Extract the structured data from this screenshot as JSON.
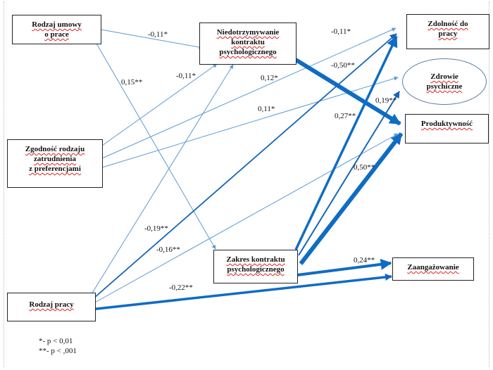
{
  "nodes": {
    "rodzaj_umowy": [
      "Rodzaj umowy",
      "o prace"
    ],
    "niedotrzymywanie": [
      "Niedotrzymywanie",
      "kontraktu",
      "psychologicznego"
    ],
    "zdolnosc": [
      "Zdolność do",
      "pracy"
    ],
    "zdrowie": [
      "Zdrowie",
      "psychiczne"
    ],
    "produktywnosc": [
      "Produktywność"
    ],
    "zgodnosc": [
      "Zgodność rodzaju",
      "zatrudnienia",
      "z preferencjami"
    ],
    "rodzaj_pracy": [
      "Rodzaj pracy"
    ],
    "zakres": [
      "Zakres kontraktu",
      "psychologicznego"
    ],
    "zaangazowanie": [
      "Zaangażowanie"
    ]
  },
  "edge_labels": [
    "-0,11*",
    "0,15**",
    "-0,11*",
    "0,12*",
    "0,11*",
    "-0,19**",
    "-0,16**",
    "-0,22**",
    "-0,11*",
    "-0,50**",
    "0,27**",
    "0,19**",
    "0,50**",
    "0,24**"
  ],
  "legend": [
    "*- p < 0,01",
    "**- p < ,001"
  ],
  "colors": {
    "light_arrow": "#5b9bd5",
    "dark_arrow": "#1565b8",
    "thick_arrow": "#0f6cc4"
  }
}
